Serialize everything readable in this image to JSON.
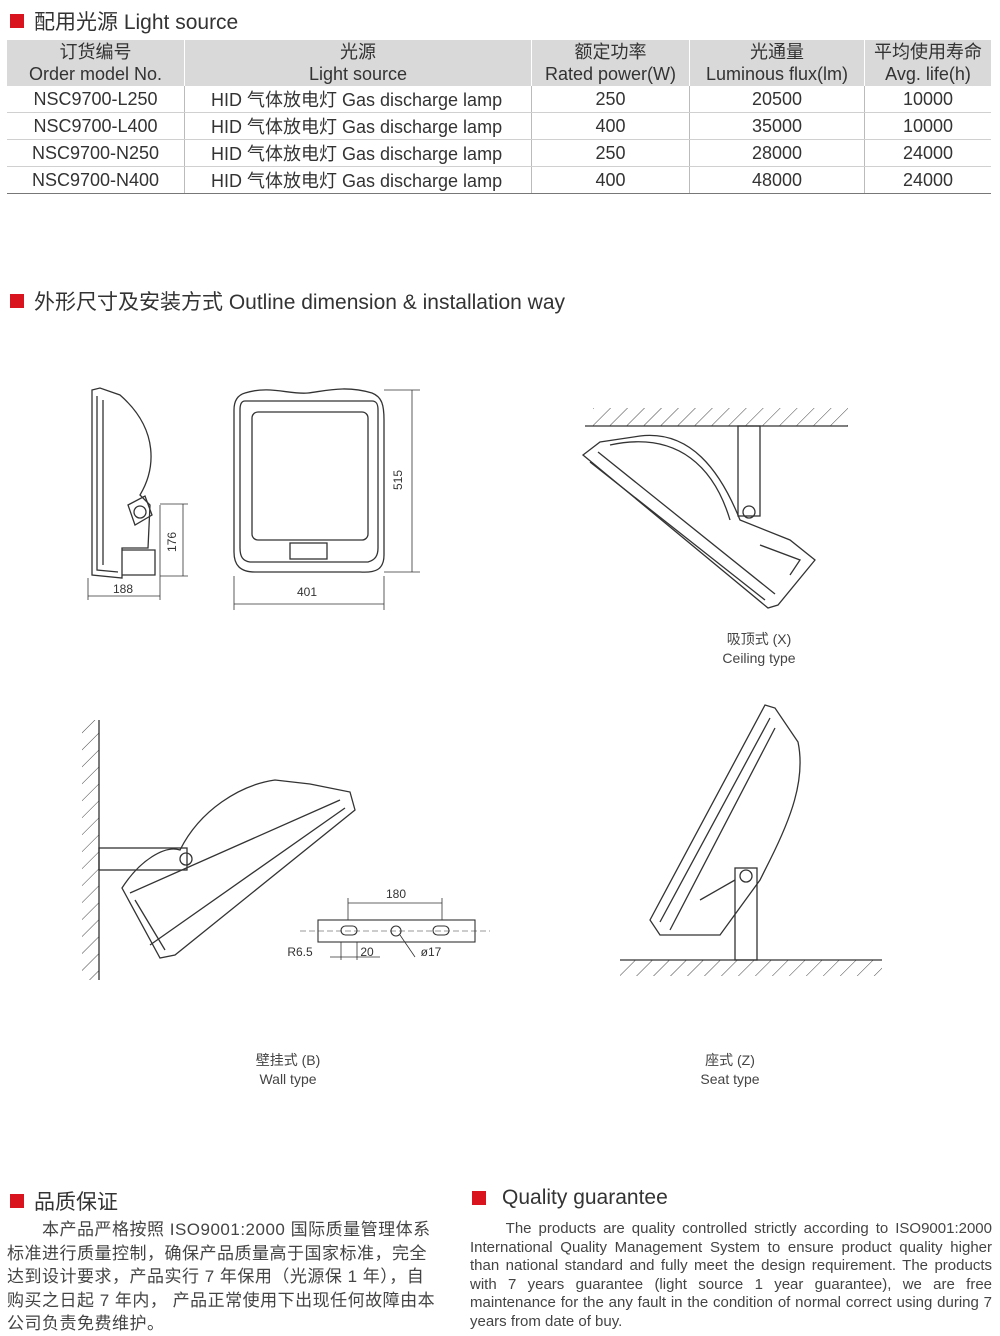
{
  "light_source": {
    "title": "配用光源 Light source",
    "headers": [
      {
        "cn": "订货编号",
        "en": "Order model No."
      },
      {
        "cn": "光源",
        "en": "Light source"
      },
      {
        "cn": "额定功率",
        "en": "Rated power(W)"
      },
      {
        "cn": "光通量",
        "en": "Luminous flux(lm)"
      },
      {
        "cn": "平均使用寿命",
        "en": "Avg. life(h)"
      }
    ],
    "rows": [
      [
        "NSC9700-L250",
        "HID 气体放电灯 Gas discharge lamp",
        "250",
        "20500",
        "10000"
      ],
      [
        "NSC9700-L400",
        "HID 气体放电灯 Gas discharge lamp",
        "400",
        "35000",
        "10000"
      ],
      [
        "NSC9700-N250",
        "HID 气体放电灯 Gas discharge lamp",
        "250",
        "28000",
        "24000"
      ],
      [
        "NSC9700-N400",
        "HID 气体放电灯 Gas discharge lamp",
        "400",
        "48000",
        "24000"
      ]
    ]
  },
  "outline": {
    "title": "外形尺寸及安装方式 Outline dimension & installation way",
    "dims": {
      "w_side": "188",
      "h_base": "176",
      "w_front": "401",
      "h_front": "515",
      "bracket_len": "180",
      "r": "R6.5",
      "slot": "20",
      "hole": "ø17"
    },
    "ceiling": {
      "cn": "吸顶式 (X)",
      "en": "Ceiling type"
    },
    "wall": {
      "cn": "壁挂式 (B)",
      "en": "Wall type"
    },
    "seat": {
      "cn": "座式 (Z)",
      "en": "Seat type"
    }
  },
  "quality": {
    "cn_title": "品质保证",
    "en_title": "Quality guarantee",
    "cn_text": "　　本产品严格按照 ISO9001:2000 国际质量管理体系标准进行质量控制，确保产品质量高于国家标准，完全达到设计要求，产品实行 7 年保用（光源保 1 年），自购买之日起 7 年内， 产品正常使用下出现任何故障由本公司负责免费维护。",
    "en_text": "　　The products are quality controlled strictly according to ISO9001:2000 International Quality Management System to ensure product quality higher than national standard and fully meet the design requirement. The products with 7 years guarantee (light source 1 year guarantee), we are free maintenance for the any fault in the condition of normal correct using during 7 years from date of buy."
  },
  "colors": {
    "accent": "#d9141e",
    "header_bg": "#d9d9d9"
  }
}
